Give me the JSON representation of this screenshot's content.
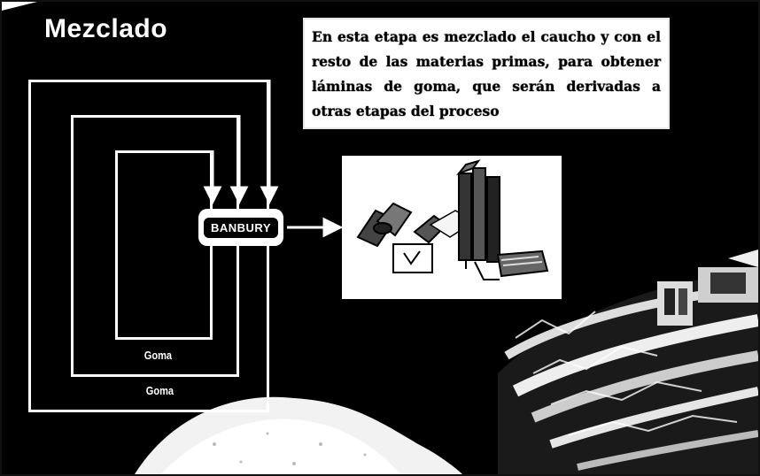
{
  "title": "Mezclado",
  "description": "En esta etapa es mezclado el caucho y con el resto de las materias primas, para obtener láminas de goma, que serán derivadas a otras etapas del proceso",
  "diagram": {
    "mixer_label": "BANBURY",
    "outer_loop_label": "Goma",
    "middle_loop_label": "Goma"
  },
  "colors": {
    "background": "#000000",
    "lines": "#ffffff"
  },
  "icons": {
    "machine": "mixing-machine-illustration",
    "photo": "rubble-machinery-photo"
  }
}
